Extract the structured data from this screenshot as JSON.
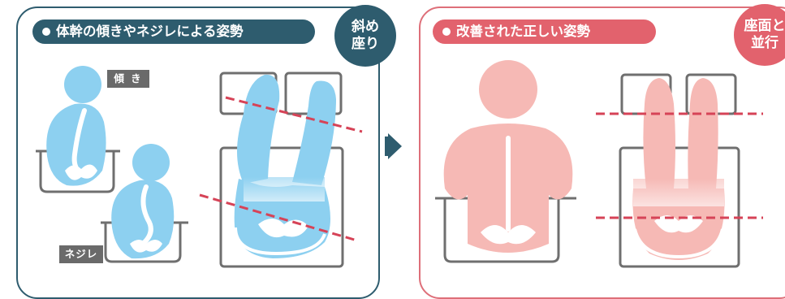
{
  "bad_panel": {
    "title": "体幹の傾きやネジレによる姿勢",
    "badge_line1": "斜め",
    "badge_line2": "座り",
    "label_tilt": "傾 き",
    "label_twist": "ネジレ"
  },
  "good_panel": {
    "title": "改善された正しい姿勢",
    "badge_line1": "座面と",
    "badge_line2": "並行"
  },
  "colors": {
    "bad_accent": "#2e5c6e",
    "good_accent": "#e2626d",
    "bad_figure": "#8dd0f0",
    "good_figure": "#f6b9b5",
    "guide_line": "#d64357",
    "chair": "#6f6f6f"
  }
}
